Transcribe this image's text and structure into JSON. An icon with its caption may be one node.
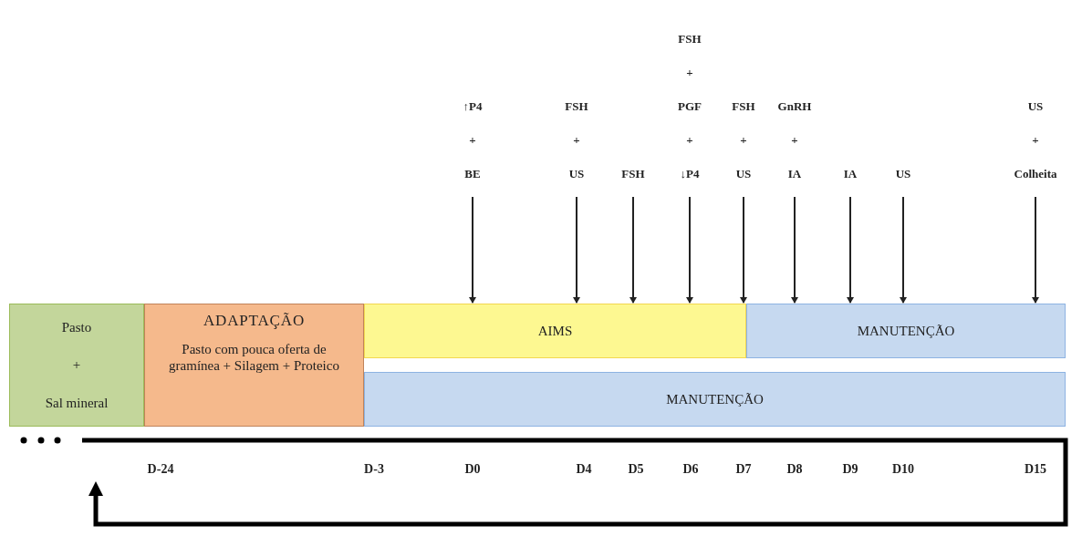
{
  "diagram": {
    "nodes": [
      {
        "text": [
          "Pasto",
          "+",
          "Sal mineral"
        ]
      },
      {
        "text": [
          "ADAPTAÇÃO",
          "Pasto com pouca oferta de gramínea + Silagem + Proteico"
        ]
      },
      {
        "text": [
          "AIMS"
        ]
      },
      {
        "text": [
          "MANUTENÇÃO"
        ]
      },
      {
        "text": [
          "MANUTENÇÃO"
        ]
      },
      {
        "text": [
          "↑P4",
          "+",
          "BE"
        ]
      },
      {
        "text": [
          "FSH",
          "+",
          "US"
        ]
      },
      {
        "text": [
          "FSH"
        ]
      },
      {
        "text": [
          "FSH",
          "+",
          "PGF",
          "+",
          "↓P4"
        ]
      },
      {
        "text": [
          "FSH",
          "+",
          "US"
        ]
      },
      {
        "text": [
          "GnRH",
          "+",
          "IA"
        ]
      },
      {
        "text": [
          "IA"
        ]
      },
      {
        "text": [
          "US"
        ]
      },
      {
        "text": [
          "US",
          "+",
          "Colheita"
        ]
      }
    ],
    "edges": [
      {
        "from": 5,
        "to": 2,
        "arrow": "to"
      },
      {
        "from": 6,
        "to": 2,
        "arrow": "to"
      },
      {
        "from": 7,
        "to": 2,
        "arrow": "to"
      },
      {
        "from": 8,
        "to": 2,
        "arrow": "to"
      },
      {
        "from": 9,
        "to": 2,
        "arrow": "to"
      },
      {
        "from": 10,
        "to": 3,
        "arrow": "to"
      },
      {
        "from": 11,
        "to": 3,
        "arrow": "to"
      },
      {
        "from": 12,
        "to": 3,
        "arrow": "to"
      },
      {
        "from": 13,
        "to": 3,
        "arrow": "to"
      }
    ],
    "labels": [
      "D-24",
      "D-3",
      "D0",
      "D4",
      "D5",
      "D6",
      "D7",
      "D8",
      "D9",
      "D10",
      "D15"
    ]
  }
}
